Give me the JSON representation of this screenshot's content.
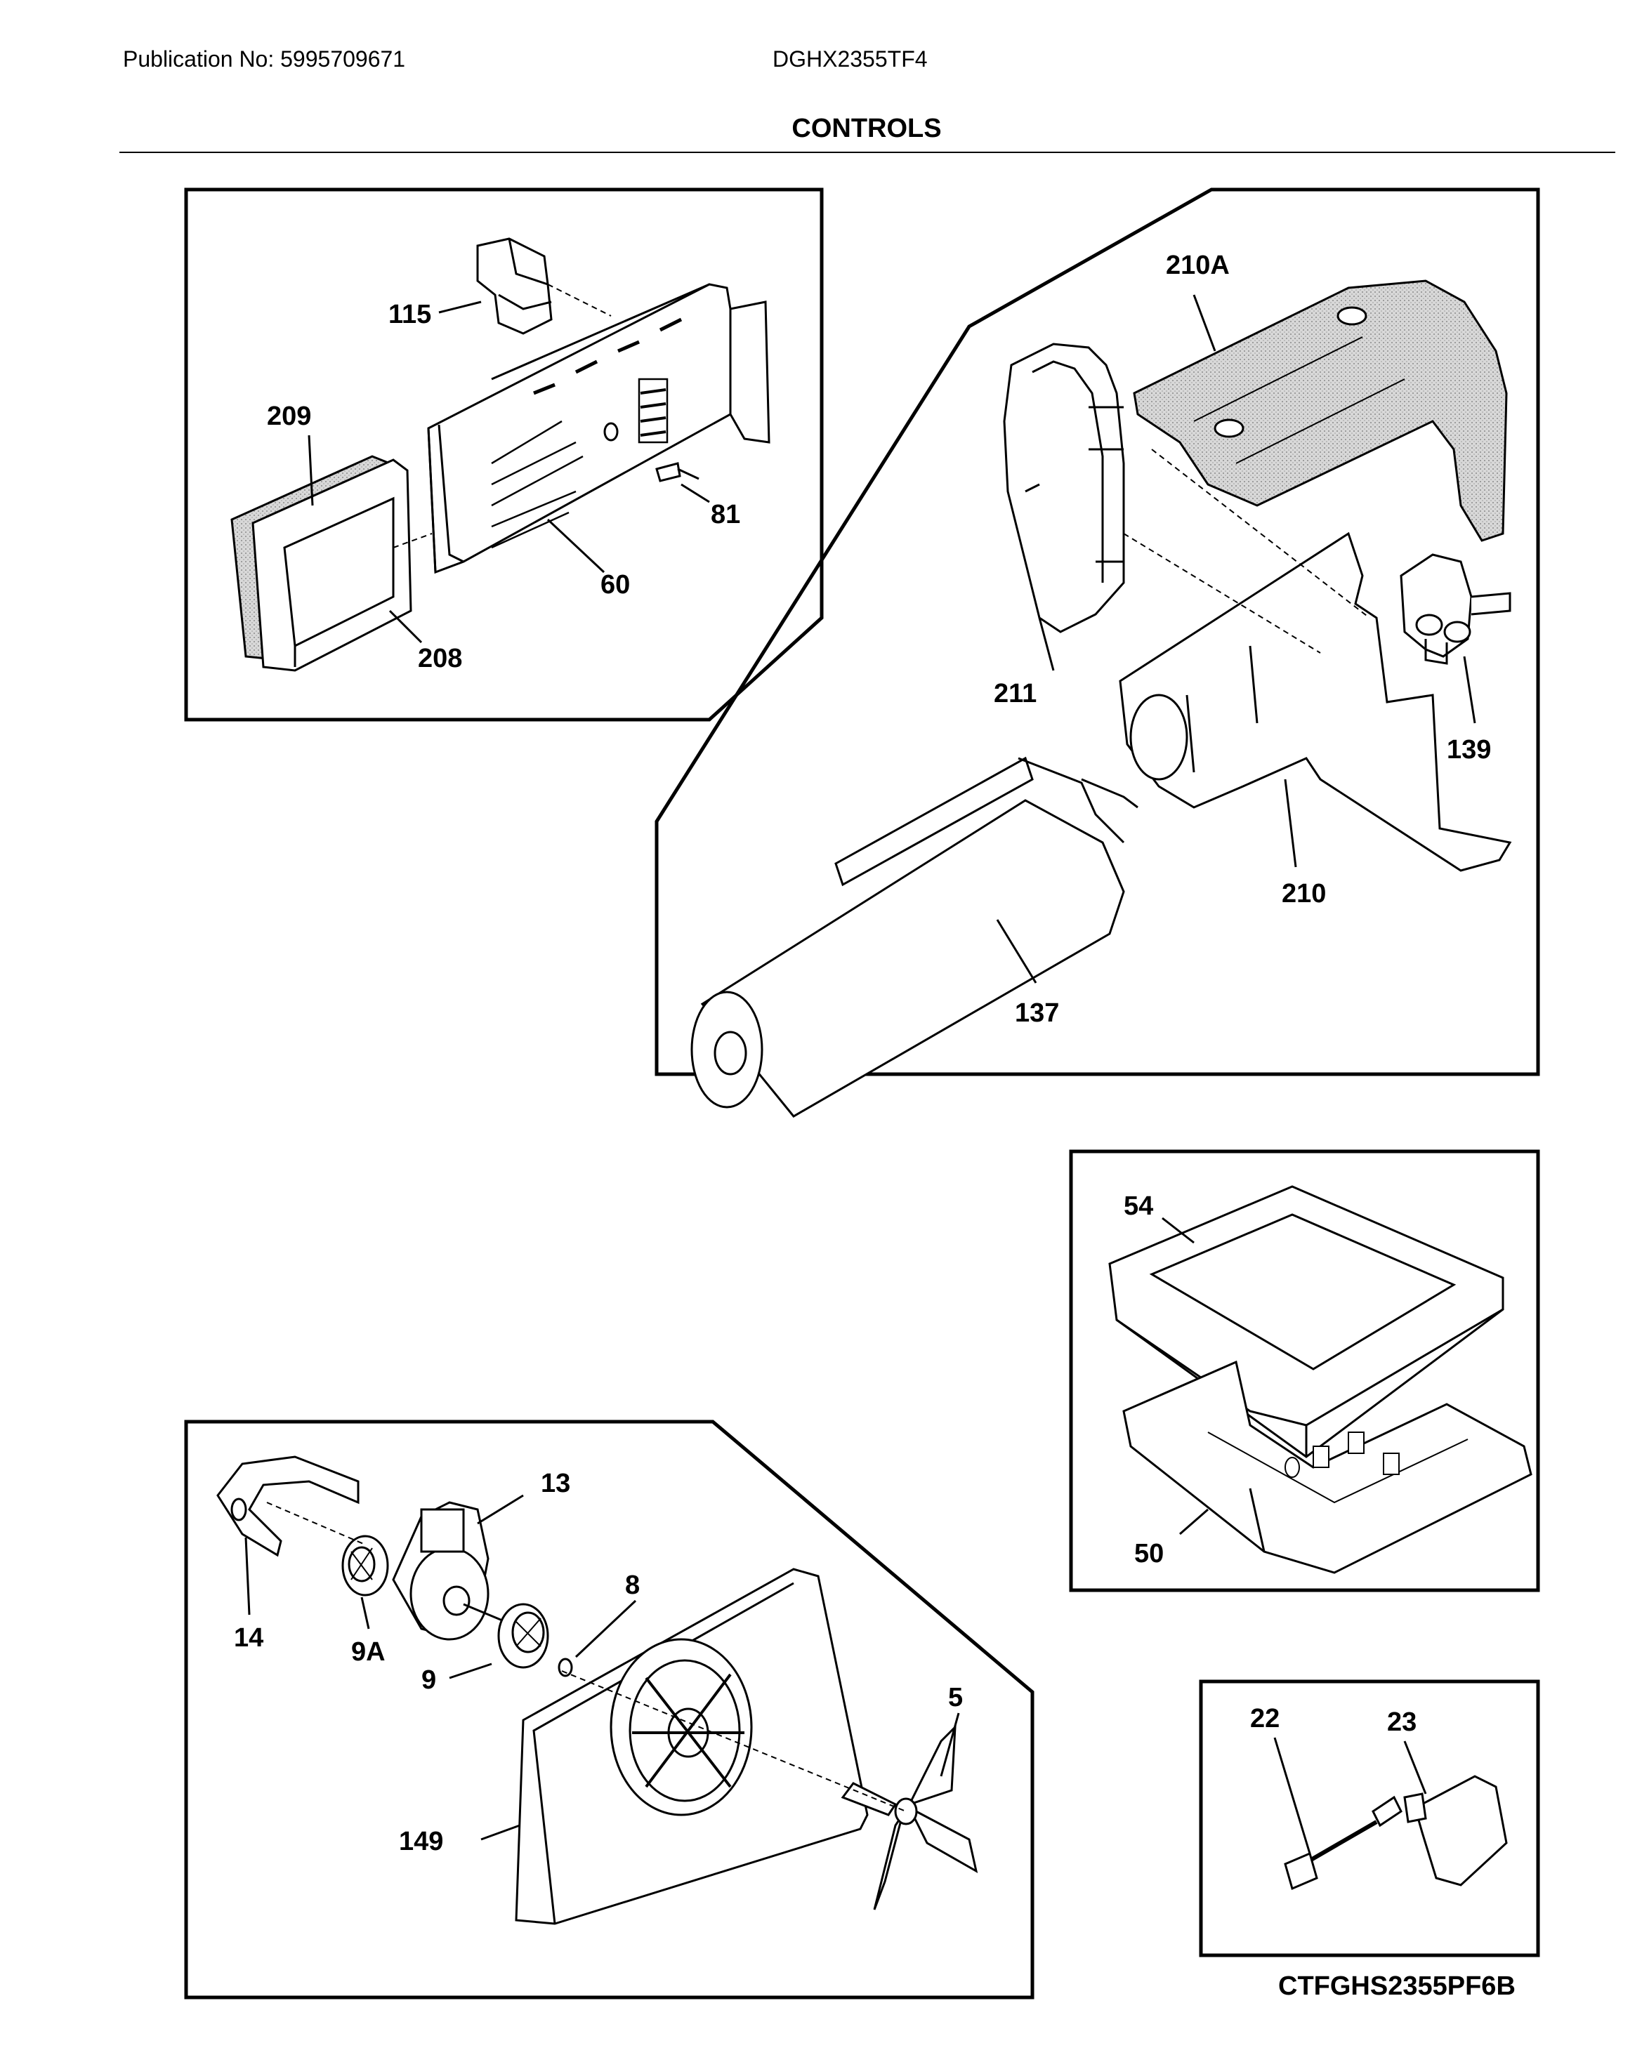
{
  "header": {
    "publication": "Publication No: 5995709671",
    "model": "DGHX2355TF4",
    "title": "CONTROLS"
  },
  "footer": {
    "code": "CTFGHS2355PF6B"
  },
  "callouts": {
    "c115": "115",
    "c209": "209",
    "c81": "81",
    "c60": "60",
    "c208": "208",
    "c210A": "210A",
    "c211": "211",
    "c139": "139",
    "c210": "210",
    "c137": "137",
    "c54": "54",
    "c50": "50",
    "c13": "13",
    "c8": "8",
    "c14": "14",
    "c9A": "9A",
    "c9": "9",
    "c5": "5",
    "c149": "149",
    "c22": "22",
    "c23": "23"
  }
}
